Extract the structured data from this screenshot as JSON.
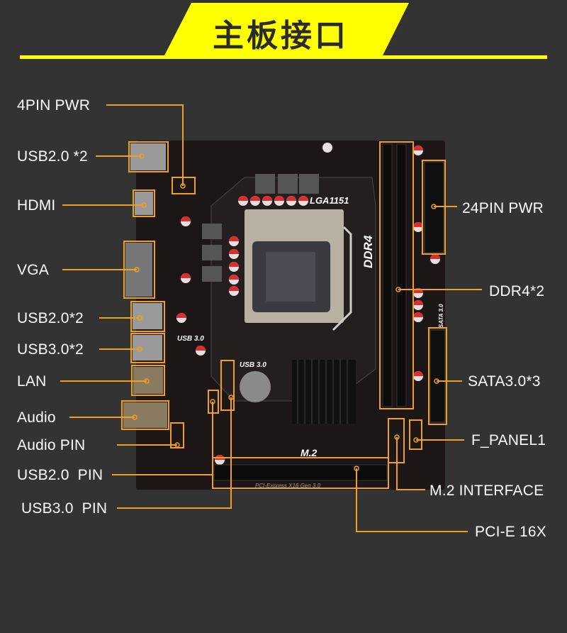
{
  "header": {
    "title": "主板接口"
  },
  "board_silkscreen": {
    "socket": "LGA1151",
    "memory": "DDR4",
    "usb3_a": "USB 3.0",
    "usb3_b": "USB 3.0",
    "m2": "M.2",
    "sata": "SATA 3.0",
    "pcie": "PCI-Express X16 Gen 3.0"
  },
  "labels_left": [
    {
      "id": "4pin-pwr",
      "text": "4PIN PWR"
    },
    {
      "id": "usb20-rear-top",
      "text": "USB2.0 *2"
    },
    {
      "id": "hdmi",
      "text": "HDMI"
    },
    {
      "id": "vga",
      "text": "VGA"
    },
    {
      "id": "usb20-rear",
      "text": "USB2.0*2"
    },
    {
      "id": "usb30-rear",
      "text": "USB3.0*2"
    },
    {
      "id": "lan",
      "text": "LAN"
    },
    {
      "id": "audio",
      "text": "Audio"
    },
    {
      "id": "audio-pin",
      "text": "Audio PIN"
    },
    {
      "id": "usb20-pin",
      "text": "USB2.0  PIN"
    },
    {
      "id": "usb30-pin",
      "text": "USB3.0  PIN"
    }
  ],
  "labels_right": [
    {
      "id": "24pin-pwr",
      "text": "24PIN PWR"
    },
    {
      "id": "ddr4",
      "text": "DDR4*2"
    },
    {
      "id": "sata",
      "text": "SATA3.0*3"
    },
    {
      "id": "f-panel",
      "text": "F_PANEL1"
    },
    {
      "id": "m2",
      "text": "M.2 INTERFACE"
    },
    {
      "id": "pcie",
      "text": "PCI-E 16X"
    }
  ],
  "colors": {
    "background": "#333333",
    "accent": "#ffff00",
    "leader": "#f0a020",
    "board": "#1c1616"
  }
}
